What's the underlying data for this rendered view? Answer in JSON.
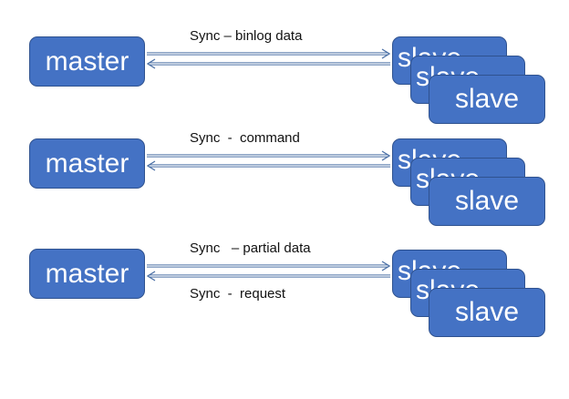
{
  "rows": [
    {
      "master_label": "master",
      "slave_label": "slave",
      "top_label": "Sync – binlog data",
      "bottom_label": ""
    },
    {
      "master_label": "master",
      "slave_label": "slave",
      "top_label": "Sync  -  command",
      "bottom_label": ""
    },
    {
      "master_label": "master",
      "slave_label": "slave",
      "top_label": "Sync   – partial data",
      "bottom_label": "Sync  -  request"
    }
  ],
  "colors": {
    "box_fill": "#4472c4",
    "box_border": "#2f528f",
    "arrow": "#4a6fa5"
  }
}
